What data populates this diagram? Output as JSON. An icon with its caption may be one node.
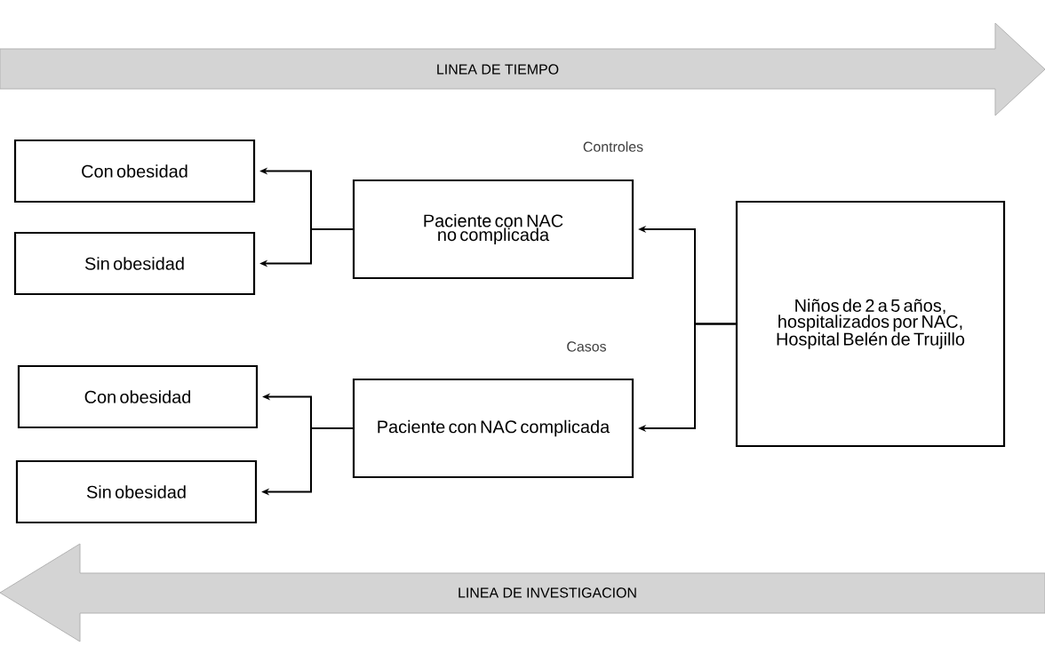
{
  "diagram": {
    "nodes": [
      {
        "text": [
          "LINEA DE TIEMPO"
        ]
      },
      {
        "text": [
          "Con obesidad"
        ]
      },
      {
        "text": [
          "Sin obesidad"
        ]
      },
      {
        "text": [
          "Paciente con NAC no complicada"
        ],
        "beside": [
          "Controles"
        ]
      },
      {
        "text": [
          "Niños de 2 a 5 años, hospitalizados por NAC, Hospital Belén de Trujillo"
        ]
      },
      {
        "text": [
          "Con obesidad"
        ]
      },
      {
        "text": [
          "Sin obesidad"
        ]
      },
      {
        "text": [
          "Paciente con NAC complicada"
        ],
        "beside": [
          "Casos"
        ]
      },
      {
        "text": [
          "LINEA DE INVESTIGACION"
        ]
      }
    ],
    "edges": [
      {
        "from": 4,
        "to": 3,
        "arrow": "to"
      },
      {
        "from": 4,
        "to": 7,
        "arrow": "to"
      },
      {
        "from": 3,
        "to": 1,
        "arrow": "to"
      },
      {
        "from": 3,
        "to": 2,
        "arrow": "to"
      },
      {
        "from": 7,
        "to": 5,
        "arrow": "to"
      },
      {
        "from": 7,
        "to": 6,
        "arrow": "to"
      }
    ]
  }
}
